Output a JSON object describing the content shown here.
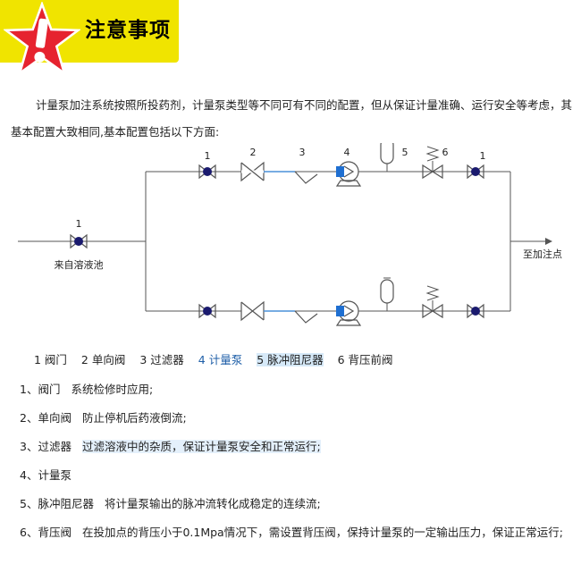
{
  "header": {
    "title": "注意事项",
    "icon": "exclamation-star-icon",
    "bar_color": "#f0e400",
    "star_color": "#e6232f"
  },
  "intro": {
    "text": "计量泵加注系统按照所投药剂，计量泵类型等不同可有不同的配置，但从保证计量准确、运行安全等考虑，其基本配置大致相同,基本配置包括以下方面:"
  },
  "diagram": {
    "inlet_valve_num": "1",
    "inlet_label": "来自溶液池",
    "outlet_label": "至加注点",
    "top_numbers": [
      "1",
      "2",
      "3",
      "4",
      "5",
      "6",
      "1"
    ],
    "line_color": "#555555",
    "valve_dot_color": "#1a1a6e",
    "pump_color": "#1f6fd1"
  },
  "legend": {
    "items": [
      "1 阀门",
      "2 单向阀",
      "3 过滤器",
      "4  计量泵",
      "5 脉冲阻尼器",
      "6 背压前阀"
    ]
  },
  "notes": [
    {
      "title": "1、阀门",
      "desc": "系统检修时应用;"
    },
    {
      "title": "2、单向阀",
      "desc": "防止停机后药液倒流;"
    },
    {
      "title": "3、过滤器",
      "desc": "过滤溶液中的杂质，保证计量泵安全和正常运行;"
    },
    {
      "title": "4、计量泵",
      "desc": ""
    },
    {
      "title": "5、脉冲阻尼器",
      "desc": "将计量泵输出的脉冲流转化成稳定的连续流;"
    },
    {
      "title": "6、背压阀",
      "desc": "在投加点的背压小于0.1Mpa情况下，需设置背压阀，保持计量泵的一定输出压力，保证正常运行;"
    }
  ]
}
